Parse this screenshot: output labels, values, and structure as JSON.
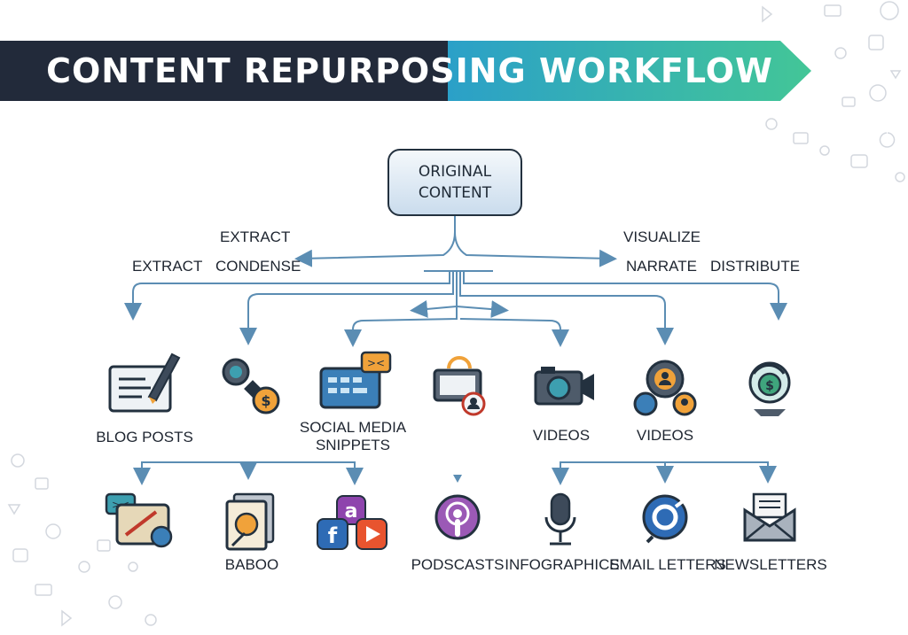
{
  "title": "CONTENT REPURPOSING WORKFLOW",
  "root": {
    "label_line1": "ORIGINAL",
    "label_line2": "CONTENT"
  },
  "actions": {
    "left_upper": "EXTRACT",
    "left_far": "EXTRACT",
    "left_near": "CONDENSE",
    "right_upper": "VISUALIZE",
    "right_near": "NARRATE",
    "right_far": "DISTRIBUTE"
  },
  "row1": {
    "blog_posts": "BLOG POSTS",
    "social_line1": "SOCIAL MEDIA",
    "social_line2": "SNIPPETS",
    "videos_a": "VIDEOS",
    "videos_b": "VIDEOS"
  },
  "row2": {
    "baboo": "BABOO",
    "podcasts": "PODSCASTS",
    "infographics": "INFOGRAPHICS",
    "email_letters": "EMAIL LETTERS",
    "newsletters": "NEWSLETTERS"
  },
  "colors": {
    "banner_dark": "#222a3a",
    "banner_teal": "#2fa6c4",
    "banner_green": "#3fc49a",
    "connector": "#5b8db3",
    "icon_outline": "#23313f",
    "accent_orange": "#f0a23a",
    "accent_teal": "#3d9fb0"
  }
}
